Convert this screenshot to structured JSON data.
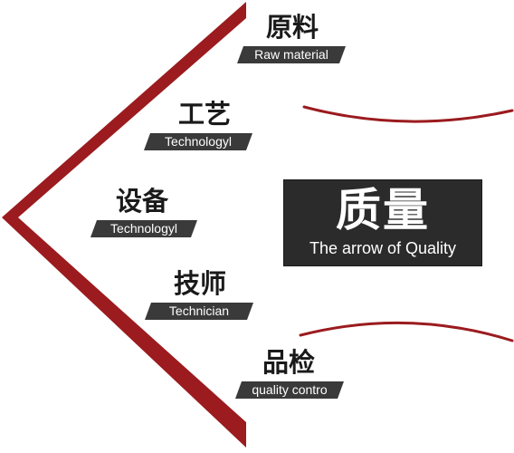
{
  "colors": {
    "arrow": "#9b1b1f",
    "label_bg": "#3a3a3a",
    "center_bg": "#2b2b2b",
    "text_dark": "#1a1a1a",
    "text_light": "#ffffff"
  },
  "items": [
    {
      "title": "原料",
      "label": "Raw material"
    },
    {
      "title": "工艺",
      "label": "Technologyl"
    },
    {
      "title": "设备",
      "label": "Technologyl"
    },
    {
      "title": "技师",
      "label": "Technician"
    },
    {
      "title": "品检",
      "label": "quality contro"
    }
  ],
  "center": {
    "title": "质量",
    "subtitle": "The arrow of Quality"
  }
}
